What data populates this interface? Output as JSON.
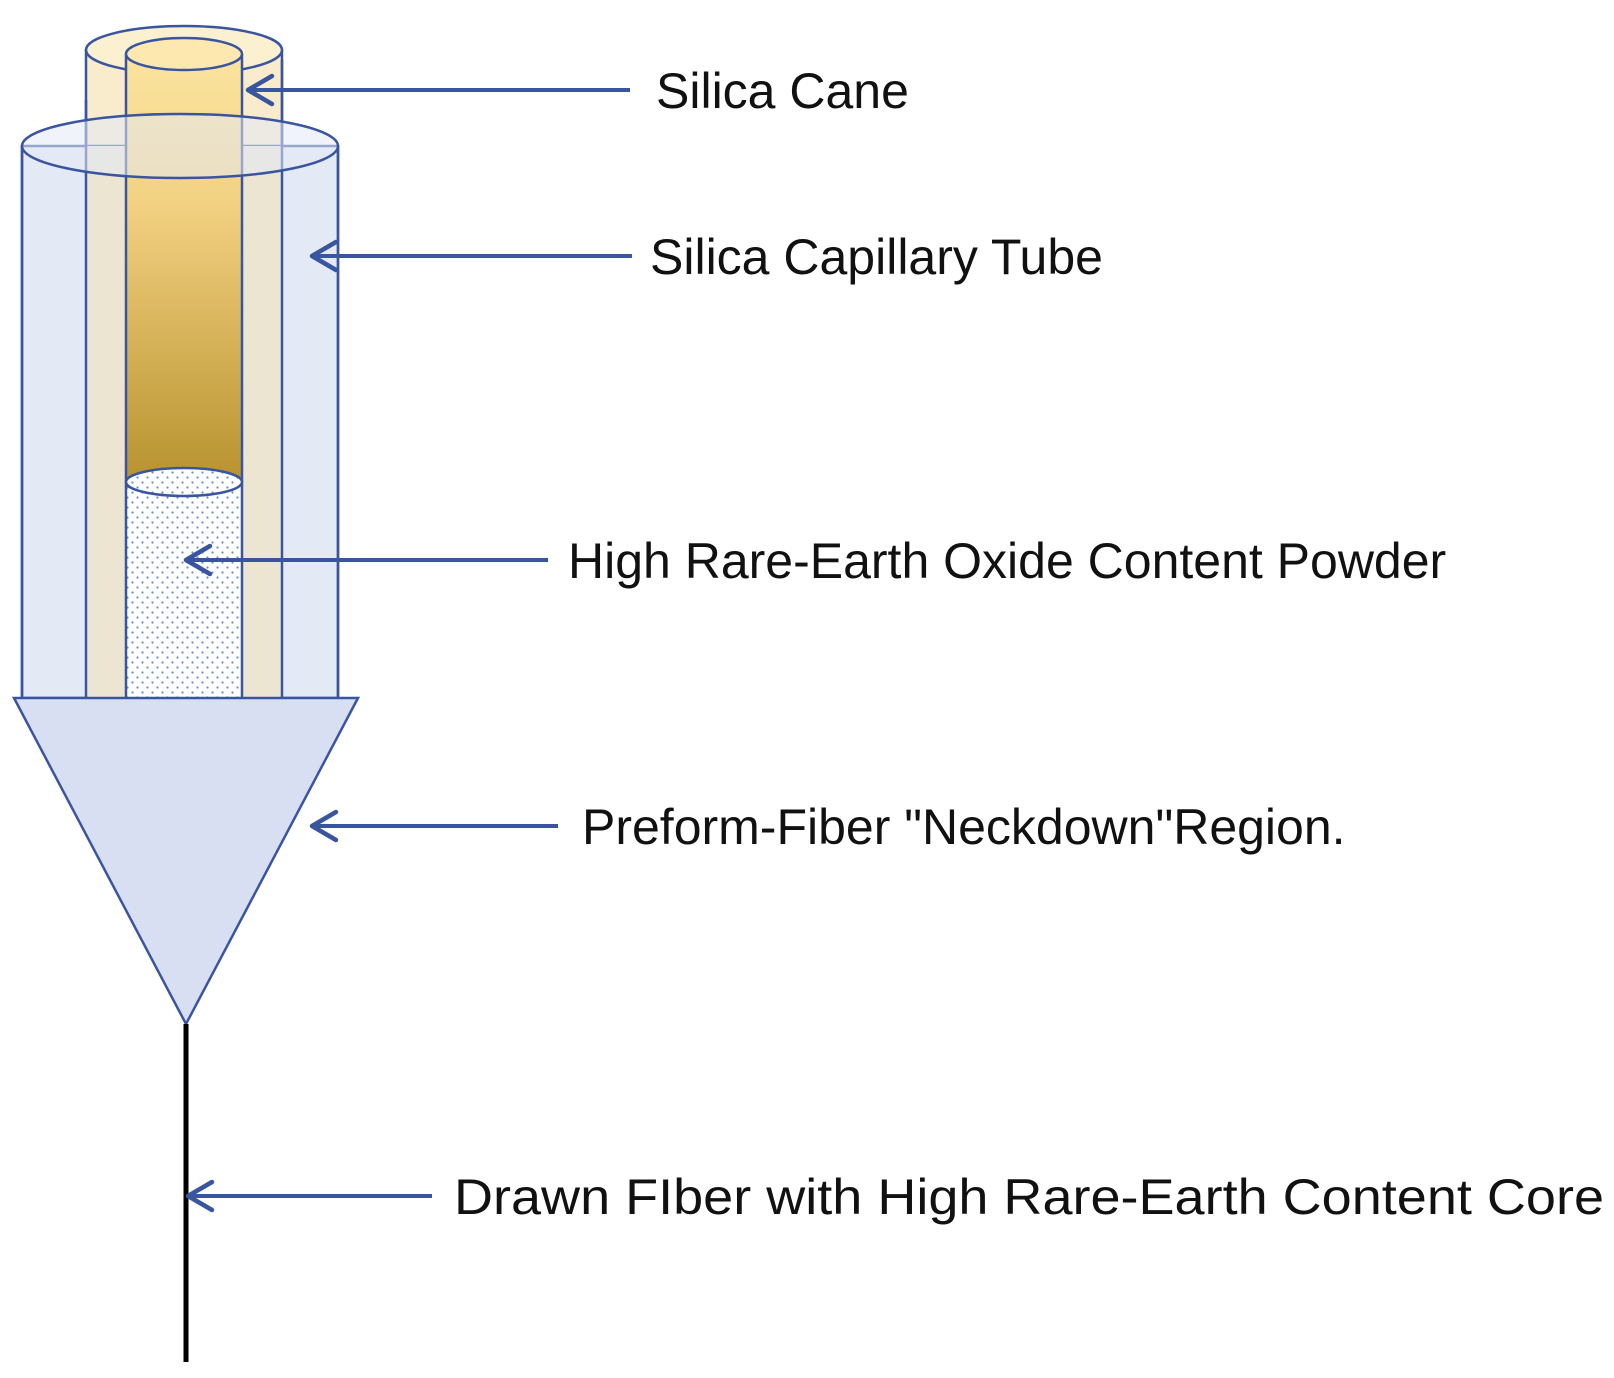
{
  "labels": {
    "silica_cane": "Silica Cane",
    "capillary_tube": "Silica Capillary Tube",
    "powder": "High Rare-Earth Oxide Content Powder",
    "neckdown": "Preform-Fiber \"Neckdown\"Region.",
    "drawn_fiber": "Drawn FIber with High Rare-Earth Content Core"
  },
  "colors": {
    "arrow": "#3a55a0",
    "outer_tube_fill": "#e4e9f6",
    "inner_tube_fill": "#ece5d2",
    "cane_top": "#fbe4a0",
    "cane_bottom": "#b8922e",
    "powder_dots": "#6a8ac8",
    "neckdown_fill": "#d9dff2",
    "fiber": "#000000"
  }
}
